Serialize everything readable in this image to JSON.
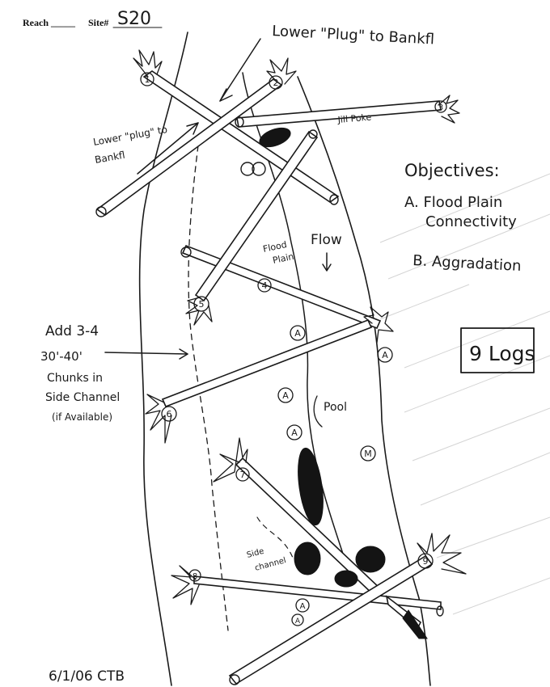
{
  "header": {
    "reach_label": "Reach _____",
    "site_label": "Site#",
    "site_value": "S20"
  },
  "annotations": {
    "top_note": "Lower \"Plug\" to Bankfl",
    "left_note_line1": "Lower \"plug\" to",
    "left_note_line2": "Bankfl",
    "jill_poke": "Jill Poke",
    "floodplain_line1": "Flood",
    "floodplain_line2": "Plain",
    "flow": "Flow",
    "pool": "Pool",
    "side_channel_line1": "Side",
    "side_channel_line2": "channel",
    "add_line1": "Add 3-4",
    "add_line2": "30'-40'",
    "add_line3": "Chunks in",
    "add_line4": "Side Channel",
    "add_line5": "(if Available)",
    "date": "6/1/06  CTB"
  },
  "objectives": {
    "heading": "Objectives:",
    "item_a_line1": "A. Flood Plain",
    "item_a_line2": "Connectivity",
    "item_b": "B. Aggradation"
  },
  "logs_box": "9 Logs",
  "log_numbers": [
    "1",
    "2",
    "3",
    "4",
    "5",
    "6",
    "7",
    "8",
    "9"
  ],
  "circle_markers": {
    "a": "A",
    "m": "M"
  }
}
